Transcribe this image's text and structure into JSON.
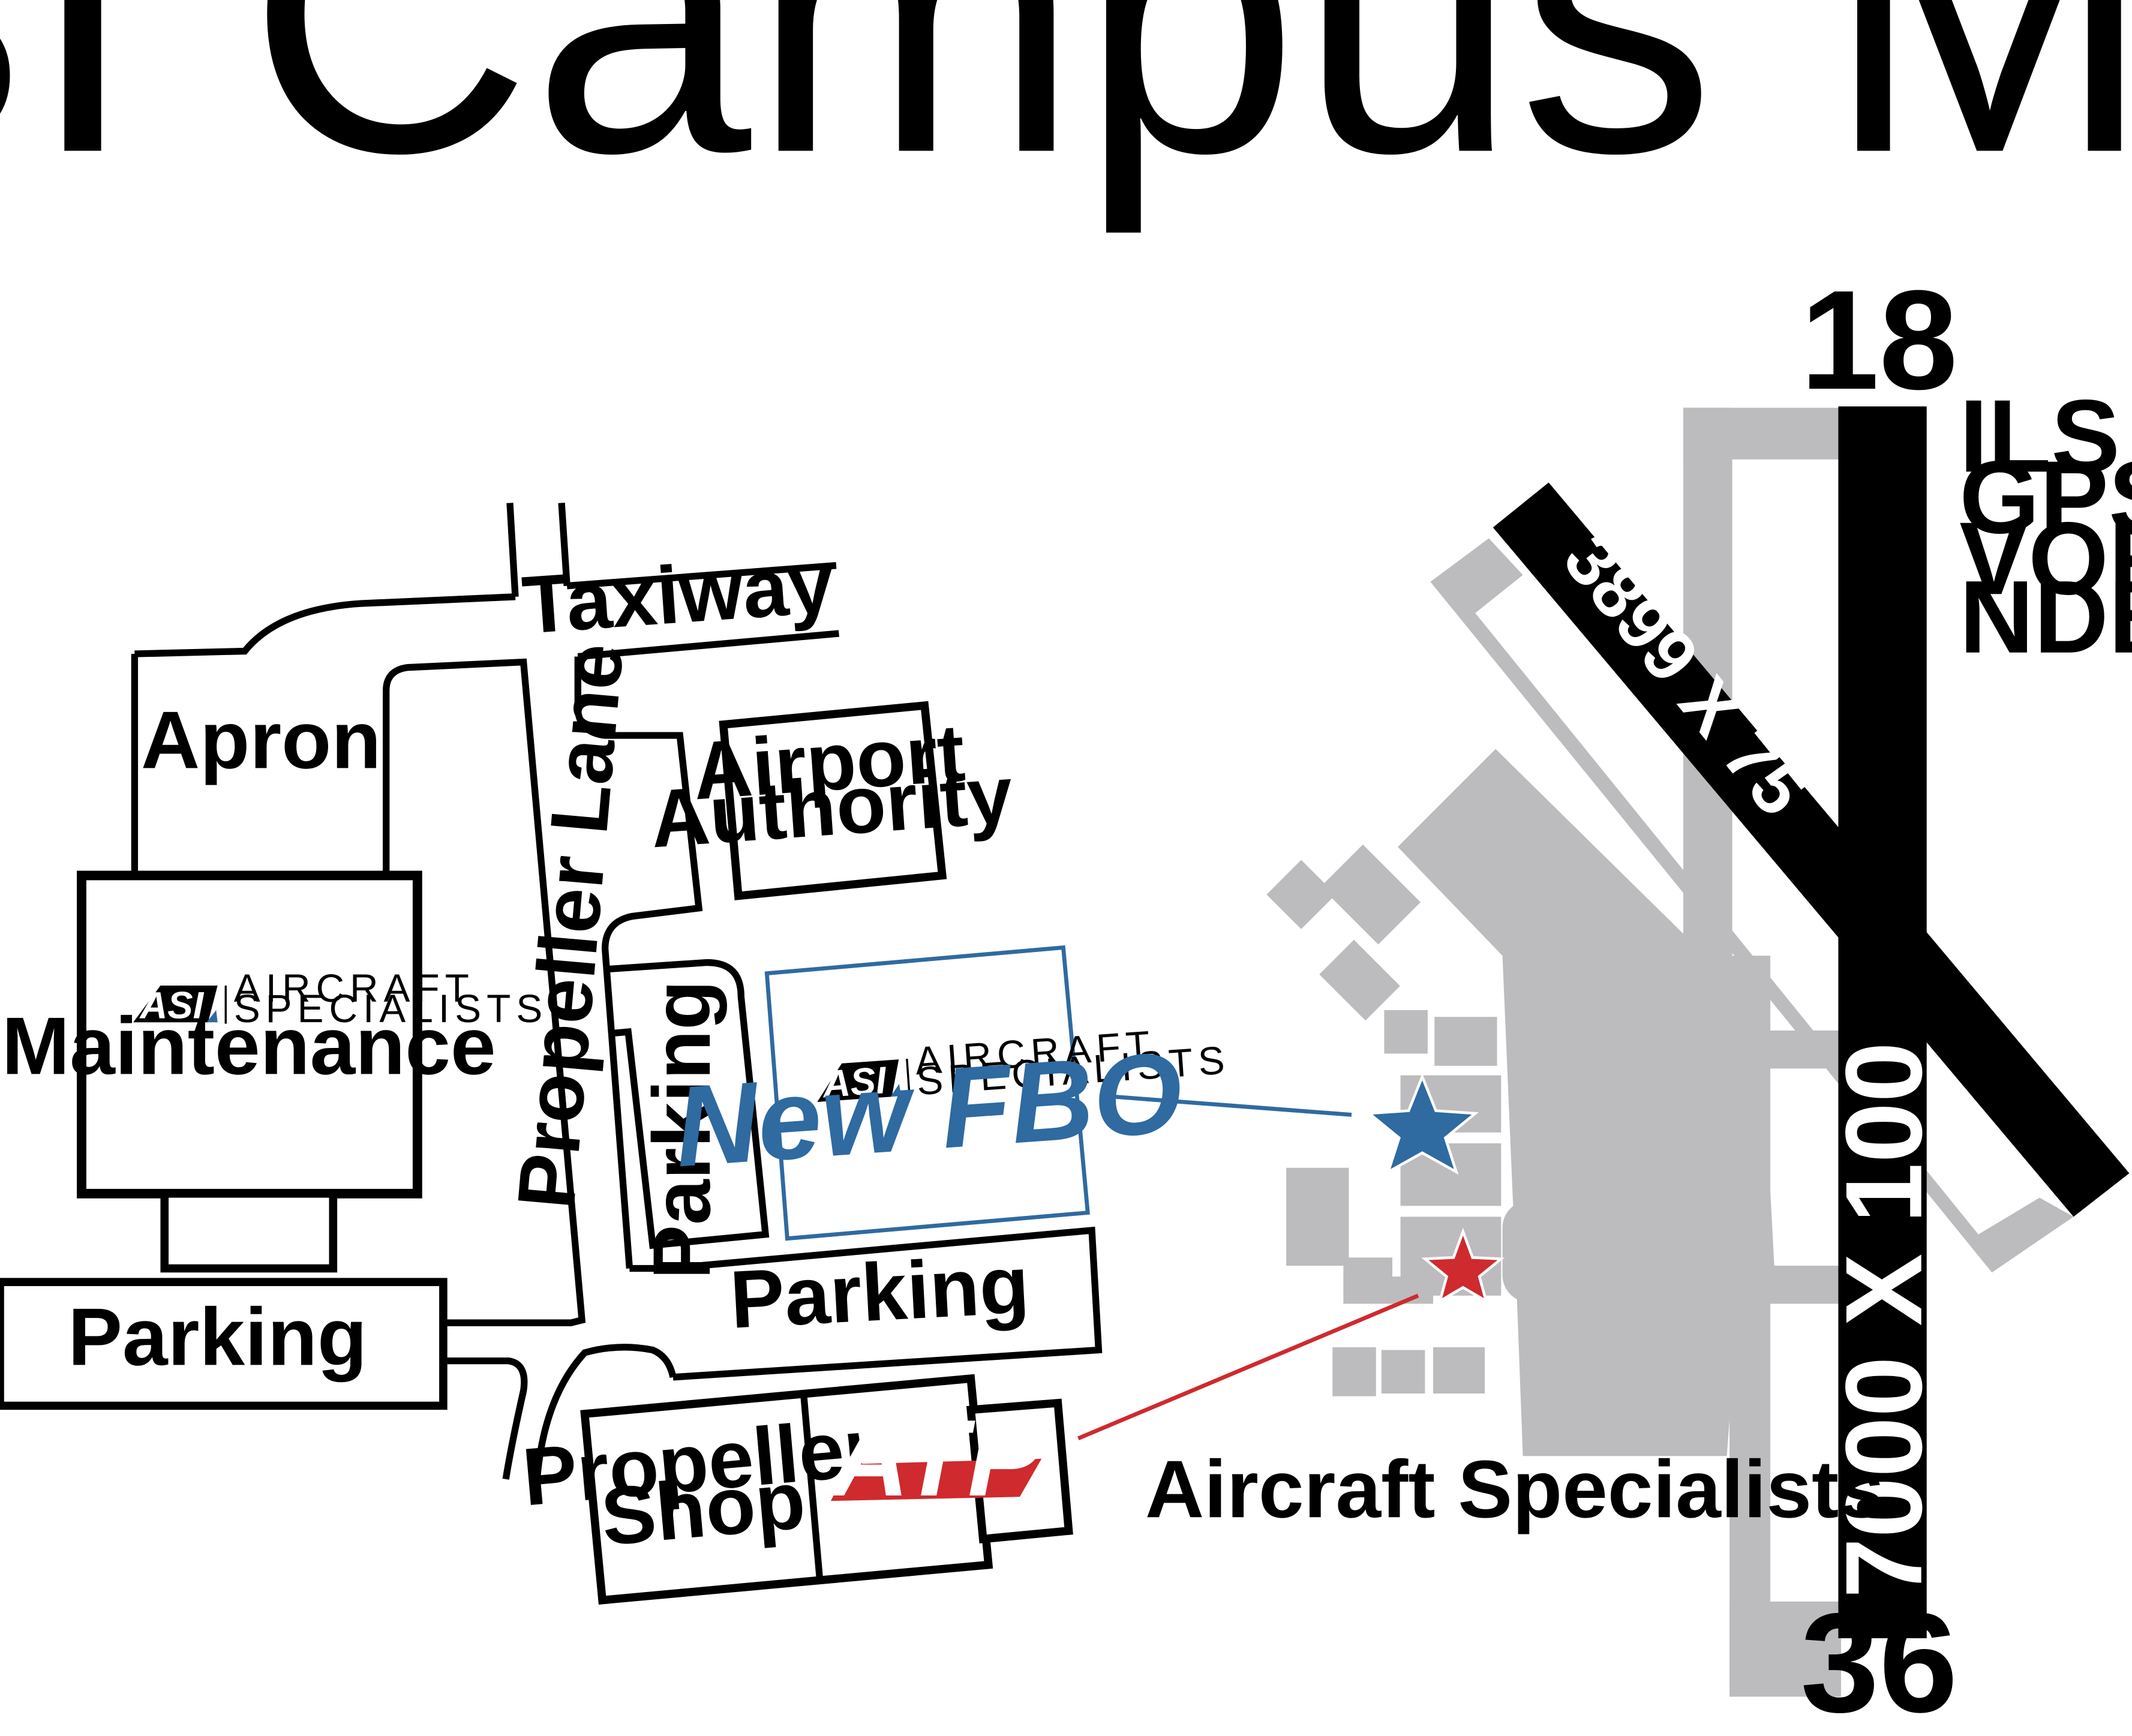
{
  "title": "ASI Campus Map",
  "colors": {
    "fbo_blue": "#2f6aa0",
    "atp_red": "#cf2a2e",
    "airfield_grey": "#bcbcbe",
    "runway_black": "#000000"
  },
  "roads": {
    "taxiway": "Taxiway",
    "propeller_lane": "Propeller Lane"
  },
  "areas": {
    "apron": "Apron",
    "parking_left": "Parking",
    "parking_vertical": "Parking",
    "parking_bottom": "Parking"
  },
  "buildings": {
    "maintenance": {
      "brand": "ASI",
      "brand_sub_1": "AIRCRAFT",
      "brand_sub_2": "SPECIALISTS",
      "label": "Maintenance"
    },
    "airport_authority": {
      "line1": "Airport",
      "line2": "Authority"
    },
    "new_fbo": {
      "brand": "ASI",
      "brand_sub_1": "AIRCRAFT",
      "brand_sub_2": "SPECIALISTS",
      "label": "New FBO"
    },
    "propeller_shop": {
      "line1": "Propeller",
      "line2": "Shop"
    },
    "atp": {
      "logo_text": "ATP"
    }
  },
  "airfield": {
    "caption": "Aircraft Specialists",
    "main_runway": {
      "end_north": "18",
      "end_south": "36",
      "dimensions": "7000 X 100"
    },
    "cross_runway": {
      "dimensions": "3899 X 75"
    },
    "approaches": [
      "ILS",
      "GPS",
      "VOR",
      "NDB"
    ]
  },
  "markers": [
    {
      "name": "new-fbo-location",
      "icon": "star-icon",
      "color": "#2f6aa0"
    },
    {
      "name": "atp-location",
      "icon": "star-icon",
      "color": "#cf2a2e"
    }
  ]
}
